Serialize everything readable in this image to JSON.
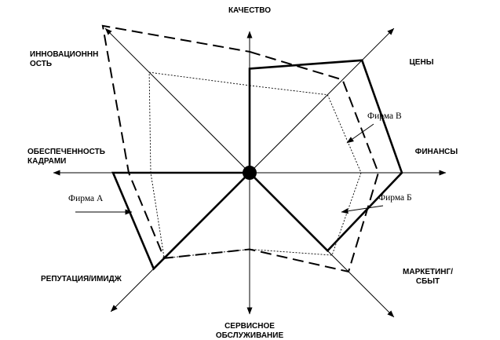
{
  "chart_data": {
    "type": "radar",
    "title": "",
    "axes": [
      {
        "key": "quality",
        "lines": [
          "КАЧЕСТВО"
        ]
      },
      {
        "key": "prices",
        "lines": [
          "ЦЕНЫ"
        ]
      },
      {
        "key": "finance",
        "lines": [
          "ФИНАНСЫ"
        ]
      },
      {
        "key": "marketing",
        "lines": [
          "МАРКЕТИНГ/",
          "СБЫТ"
        ]
      },
      {
        "key": "service",
        "lines": [
          "СЕРВИСНОЕ",
          "ОБСЛУЖИВАНИЕ"
        ]
      },
      {
        "key": "reputation",
        "lines": [
          "РЕПУТАЦИЯ/ИМИДЖ"
        ]
      },
      {
        "key": "staffing",
        "lines": [
          "ОБЕСПЕЧЕННОСТЬ",
          "КАДРАМИ"
        ]
      },
      {
        "key": "innovation",
        "lines": [
          "ИННОВАЦИОННН",
          "ОСТЬ"
        ]
      }
    ],
    "series": [
      {
        "name": "Фирма А",
        "style": "solid-thick",
        "values": [
          0.68,
          0.75,
          0.97,
          0.52,
          0.0,
          0.64,
          0.87,
          0.0
        ]
      },
      {
        "name": "Фирма Б",
        "style": "dashed",
        "values": [
          0.79,
          0.62,
          0.82,
          0.66,
          0.5,
          0.57,
          0.77,
          0.98
        ]
      },
      {
        "name": "Фирма В",
        "style": "dotted-thin",
        "values": [
          0.57,
          0.52,
          0.71,
          0.55,
          0.5,
          0.57,
          0.63,
          0.67
        ]
      }
    ],
    "scale_max": 1,
    "grid": false,
    "center_marker": true
  }
}
